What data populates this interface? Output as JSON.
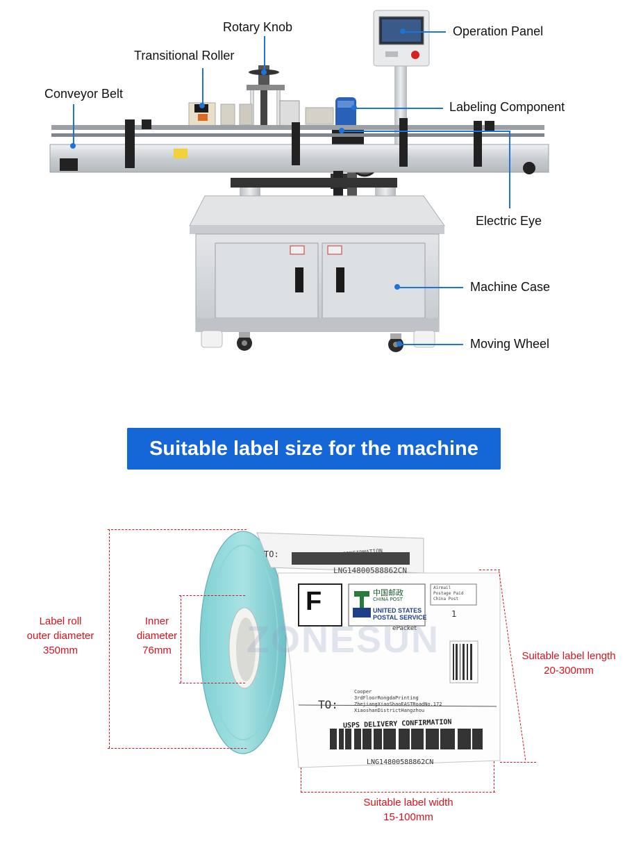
{
  "machine": {
    "labels": {
      "rotary_knob": "Rotary Knob",
      "transitional_roller": "Transitional Roller",
      "conveyor_belt": "Conveyor Belt",
      "operation_panel": "Operation Panel",
      "labeling_component": "Labeling Component",
      "electric_eye": "Electric Eye",
      "machine_case": "Machine Case",
      "moving_wheel": "Moving Wheel"
    },
    "accent_color": "#1e73d8"
  },
  "banner": {
    "text": "Suitable label size for the machine",
    "color": "#1566d6"
  },
  "label_roll": {
    "outer_diameter": {
      "line1": "Label roll",
      "line2": "outer diameter",
      "value": "350mm"
    },
    "inner_diameter": {
      "line1": "Inner",
      "line2": "diameter",
      "value": "76mm"
    },
    "label_length": {
      "line1": "Suitable label length",
      "value": "20-300mm"
    },
    "label_width": {
      "line1": "Suitable label width",
      "value": "15-100mm"
    },
    "annotation_color": "#d8121b",
    "label_text": {
      "to": "TO:",
      "usps_header": "USPS DELIVERY CONFIRMATION",
      "tracking": "LNG14800588862CN",
      "f_mark": "F",
      "china_post": "中国邮政",
      "china_post_en": "CHINA POST",
      "us_postal_1": "UNITED STATES",
      "us_postal_2": "POSTAL SERVICE",
      "epacket": "ePacket",
      "airmail_1": "Airmail",
      "airmail_2": "Postage Paid",
      "airmail_3": "China Post",
      "count": "1",
      "address_1": "Cooper",
      "address_2": "3rdFloorRongdaPrinting",
      "address_3": "ZhejiangXiaoShaoEASTRoadNo.172",
      "address_4": "XiaoshanDistrictHangzhou",
      "watermark": "ZONESUN"
    }
  }
}
